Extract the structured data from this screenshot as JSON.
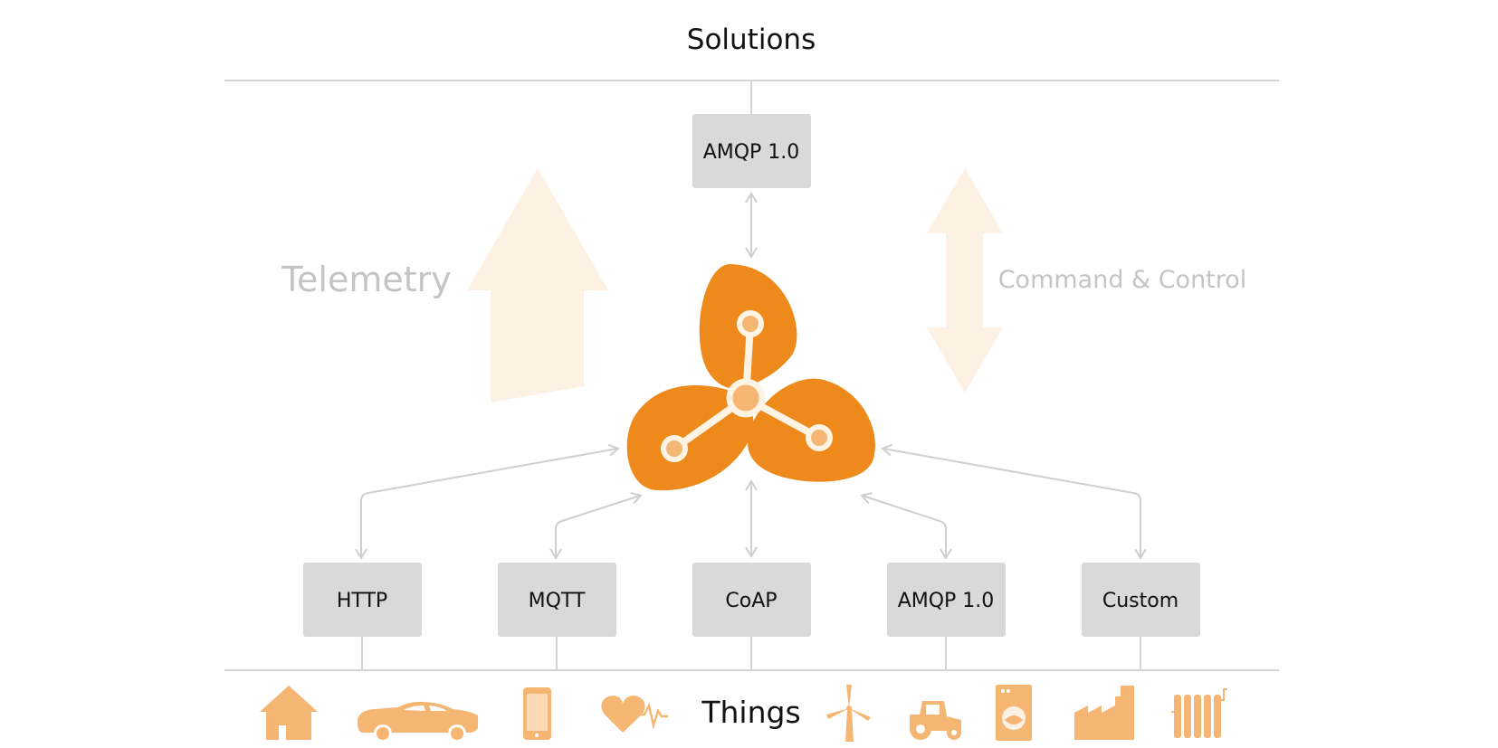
{
  "header": {
    "title": "Solutions"
  },
  "footer": {
    "title": "Things"
  },
  "flows": {
    "telemetry": "Telemetry",
    "command_control": "Command & Control"
  },
  "top_adapter": {
    "label": "AMQP 1.0"
  },
  "adapters": [
    {
      "label": "HTTP"
    },
    {
      "label": "MQTT"
    },
    {
      "label": "CoAP"
    },
    {
      "label": "AMQP 1.0"
    },
    {
      "label": "Custom"
    }
  ],
  "things_icons": [
    "house-icon",
    "car-icon",
    "smartphone-icon",
    "heart-rate-icon",
    "wind-turbine-icon",
    "tractor-icon",
    "washing-machine-icon",
    "factory-icon",
    "radiator-icon"
  ],
  "colors": {
    "brand_orange": "#EE8A1B",
    "icon_orange": "#F5B673",
    "pale_orange": "#FDF1E4",
    "box_grey": "#D9D9D9",
    "line_grey": "#CFCFCF",
    "muted_text": "#C4C4C4",
    "text": "#111111"
  }
}
